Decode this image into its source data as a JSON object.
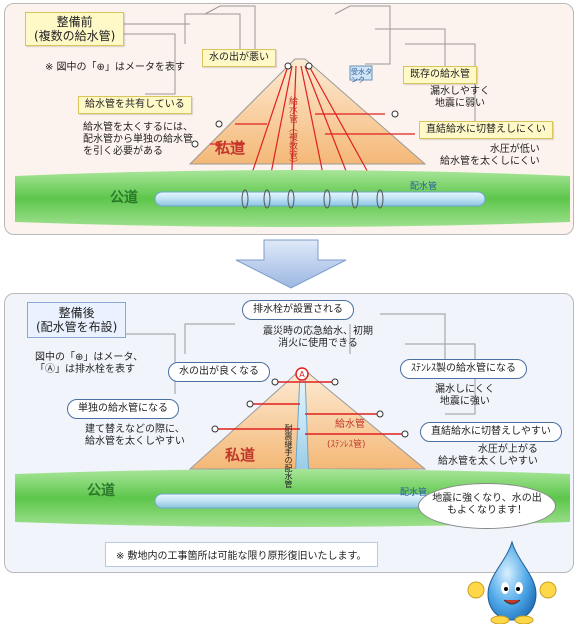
{
  "before": {
    "title_line1": "整備前",
    "title_line2": "(複数の給水管)",
    "note_meter": "※ 図中の「⊕」はメータを表す",
    "badge_water_poor": "水の出が悪い",
    "badge_existing_pipe": "既存の給水管",
    "badge_shared_pipe": "給水管を共有している",
    "text_shared_1": "給水管を太くするには、",
    "text_shared_2": "配水管から単独の給水管",
    "text_shared_3": "を引く必要がある",
    "text_leak_1": "漏水しやすく",
    "text_leak_2": "地震に弱い",
    "badge_direct": "直結給水に切替えしにくい",
    "text_pressure_1": "水圧が低い",
    "text_pressure_2": "給水管を太くしにくい",
    "tank_label": "受水タンク",
    "road_private": "私道",
    "road_public": "公道",
    "pipe_vertical": "給水管（複数管）",
    "main_pipe": "配水管"
  },
  "after": {
    "title_line1": "整備後",
    "title_line2": "(配水管を布設)",
    "note_line1": "図中の「⊕」はメータ、",
    "note_line2": "「Ⓐ」は排水栓を表す",
    "bubble_hydrant": "排水栓が設置される",
    "text_hydrant_1": "震災時の応急給水、初期",
    "text_hydrant_2": "消火に使用できる",
    "bubble_water_good": "水の出が良くなる",
    "bubble_stainless": "ｽﾃﾝﾚｽ製の給水管になる",
    "text_leak_1": "漏水しにくく",
    "text_leak_2": "地震に強い",
    "bubble_single": "単独の給水管になる",
    "text_single_1": "建て替えなどの際に、",
    "text_single_2": "給水管を太くしやすい",
    "bubble_direct": "直結給水に切替えしやすい",
    "text_pressure_1": "水圧が上がる",
    "text_pressure_2": "給水管を太くしやすい",
    "road_private": "私道",
    "road_public": "公道",
    "vertical_main": "耐震継手の配水管",
    "pipe_supply": "給水管",
    "pipe_material": "(ｽﾃﾝﾚｽ管)",
    "main_pipe": "配水管",
    "footnote": "※ 敷地内の工事箇所は可能な限り原形復旧いたします。",
    "mascot_speech_1": "地震に強くなり、水の出",
    "mascot_speech_2": "もよくなります！"
  },
  "colors": {
    "road_fill": "#f6c98d",
    "public_road": "#6fcf5f",
    "pipe_blue": "#bfe2f4",
    "supply_red": "#e02020"
  }
}
